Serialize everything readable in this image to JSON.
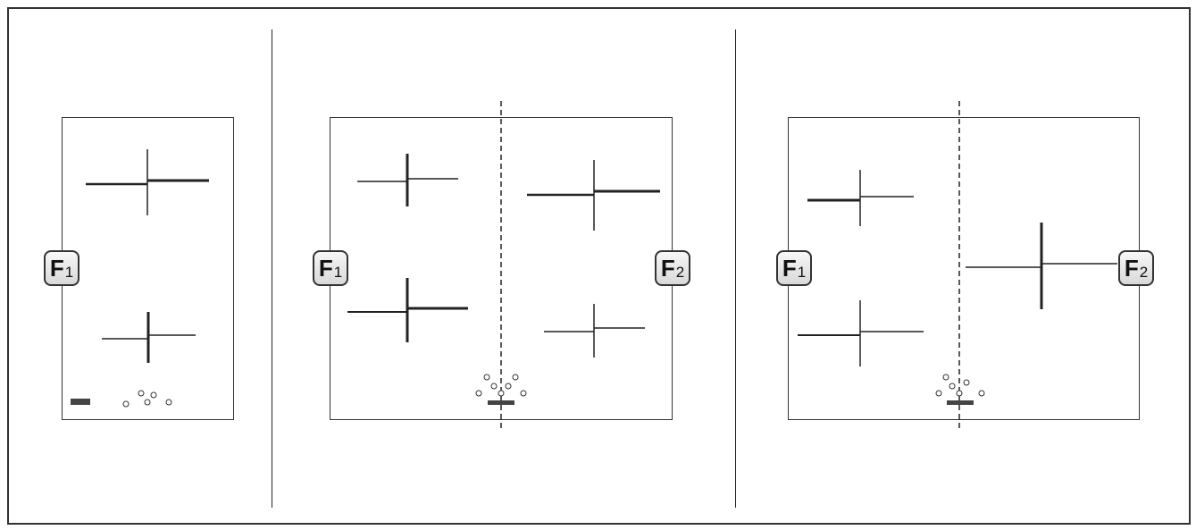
{
  "panels": [
    {
      "badges": [
        {
          "letter": "F",
          "num": "1"
        }
      ]
    },
    {
      "badges": [
        {
          "letter": "F",
          "num": "1"
        },
        {
          "letter": "F",
          "num": "2"
        }
      ]
    },
    {
      "badges": [
        {
          "letter": "F",
          "num": "1"
        },
        {
          "letter": "F",
          "num": "2"
        }
      ]
    }
  ]
}
